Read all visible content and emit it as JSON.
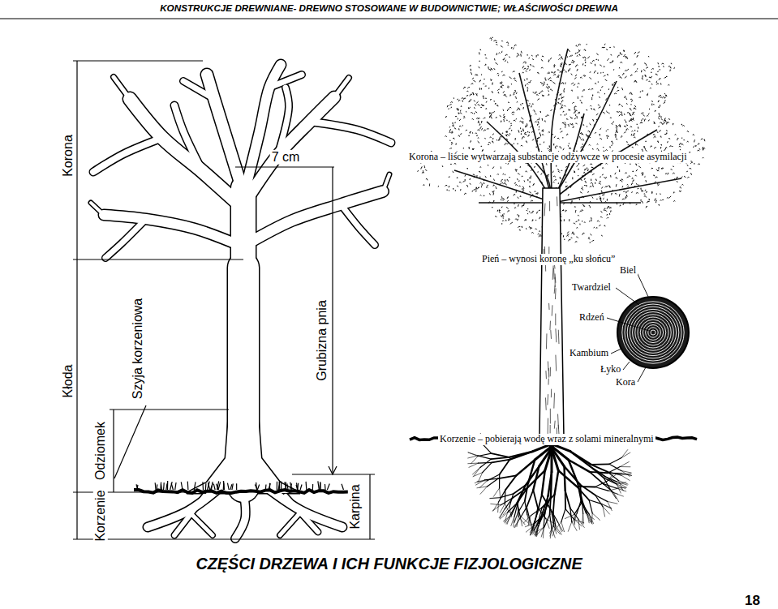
{
  "diagram": {
    "title": "KONSTRUKCJE DREWNIANE- DREWNO STOSOWANE W BUDOWNICTWIE; WŁAŚCIWOŚCI DREWNA",
    "caption": "CZĘŚCI DRZEWA I ICH FUNKCJE FIZJOLOGICZNE",
    "labels": [
      "Korona",
      "7 cm",
      "Kłoda",
      "Szyja korzeniowa",
      "Grubizna pnia",
      "Odziomek",
      "Korzenie",
      "Karpina",
      "Korona – liście wytwarzają substancje odżywcze w procesie asymilacji",
      "Pień – wynosi koronę „ku słońcu”",
      "Biel",
      "Twardziel",
      "Rdzeń",
      "Kambium",
      "Łyko",
      "Kora",
      "Korzenie – pobierają wodę wraz z solami mineralnymi",
      "18"
    ]
  }
}
